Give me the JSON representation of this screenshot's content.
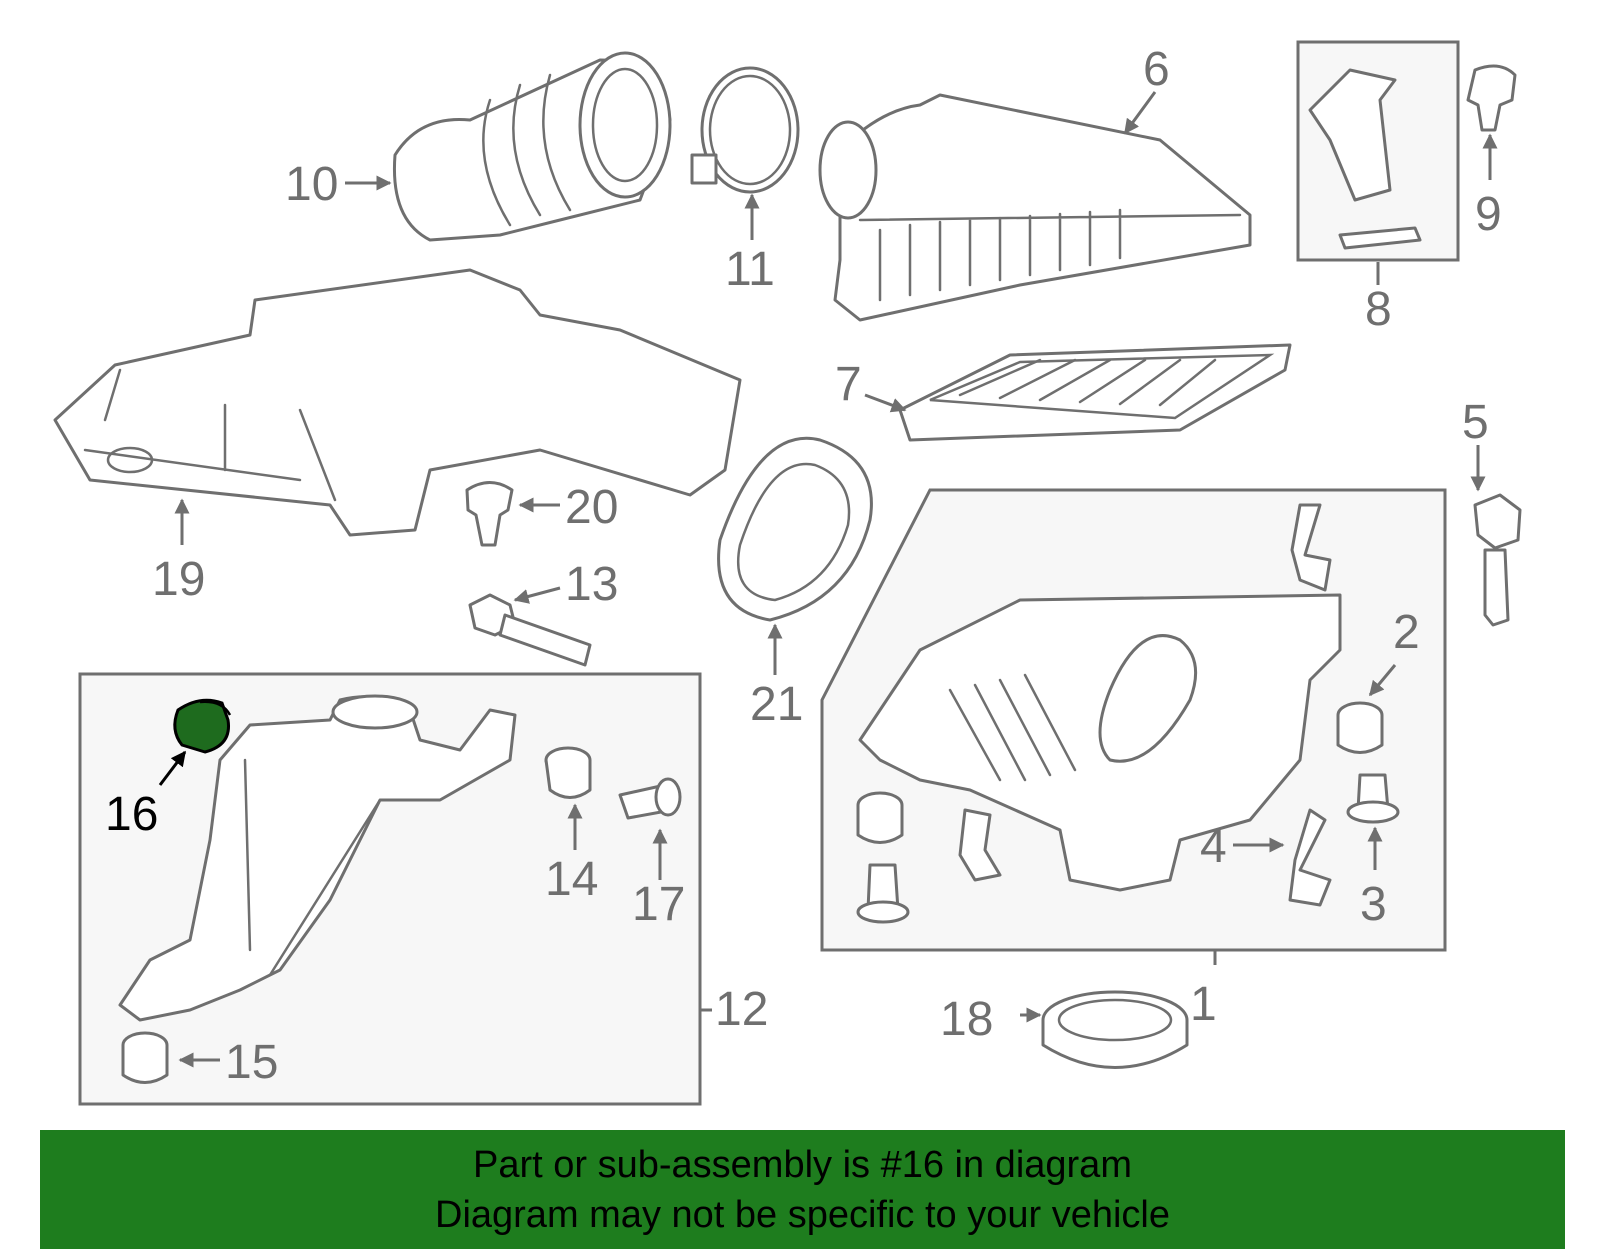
{
  "callouts": {
    "c1": "1",
    "c2": "2",
    "c3": "3",
    "c4": "4",
    "c5": "5",
    "c6": "6",
    "c7": "7",
    "c8": "8",
    "c9": "9",
    "c10": "10",
    "c11": "11",
    "c12": "12",
    "c13": "13",
    "c14": "14",
    "c15": "15",
    "c16": "16",
    "c17": "17",
    "c18": "18",
    "c19": "19",
    "c20": "20",
    "c21": "21"
  },
  "highlight": {
    "part": "16",
    "color": "#1e6b1e"
  },
  "banner": {
    "color": "#1e7d1e",
    "line1": "Part or sub-assembly is #16 in diagram",
    "line2": "Diagram may not be specific to your vehicle"
  },
  "colors": {
    "line": "#6f6f6f",
    "box_fill": "#f7f7f7"
  }
}
